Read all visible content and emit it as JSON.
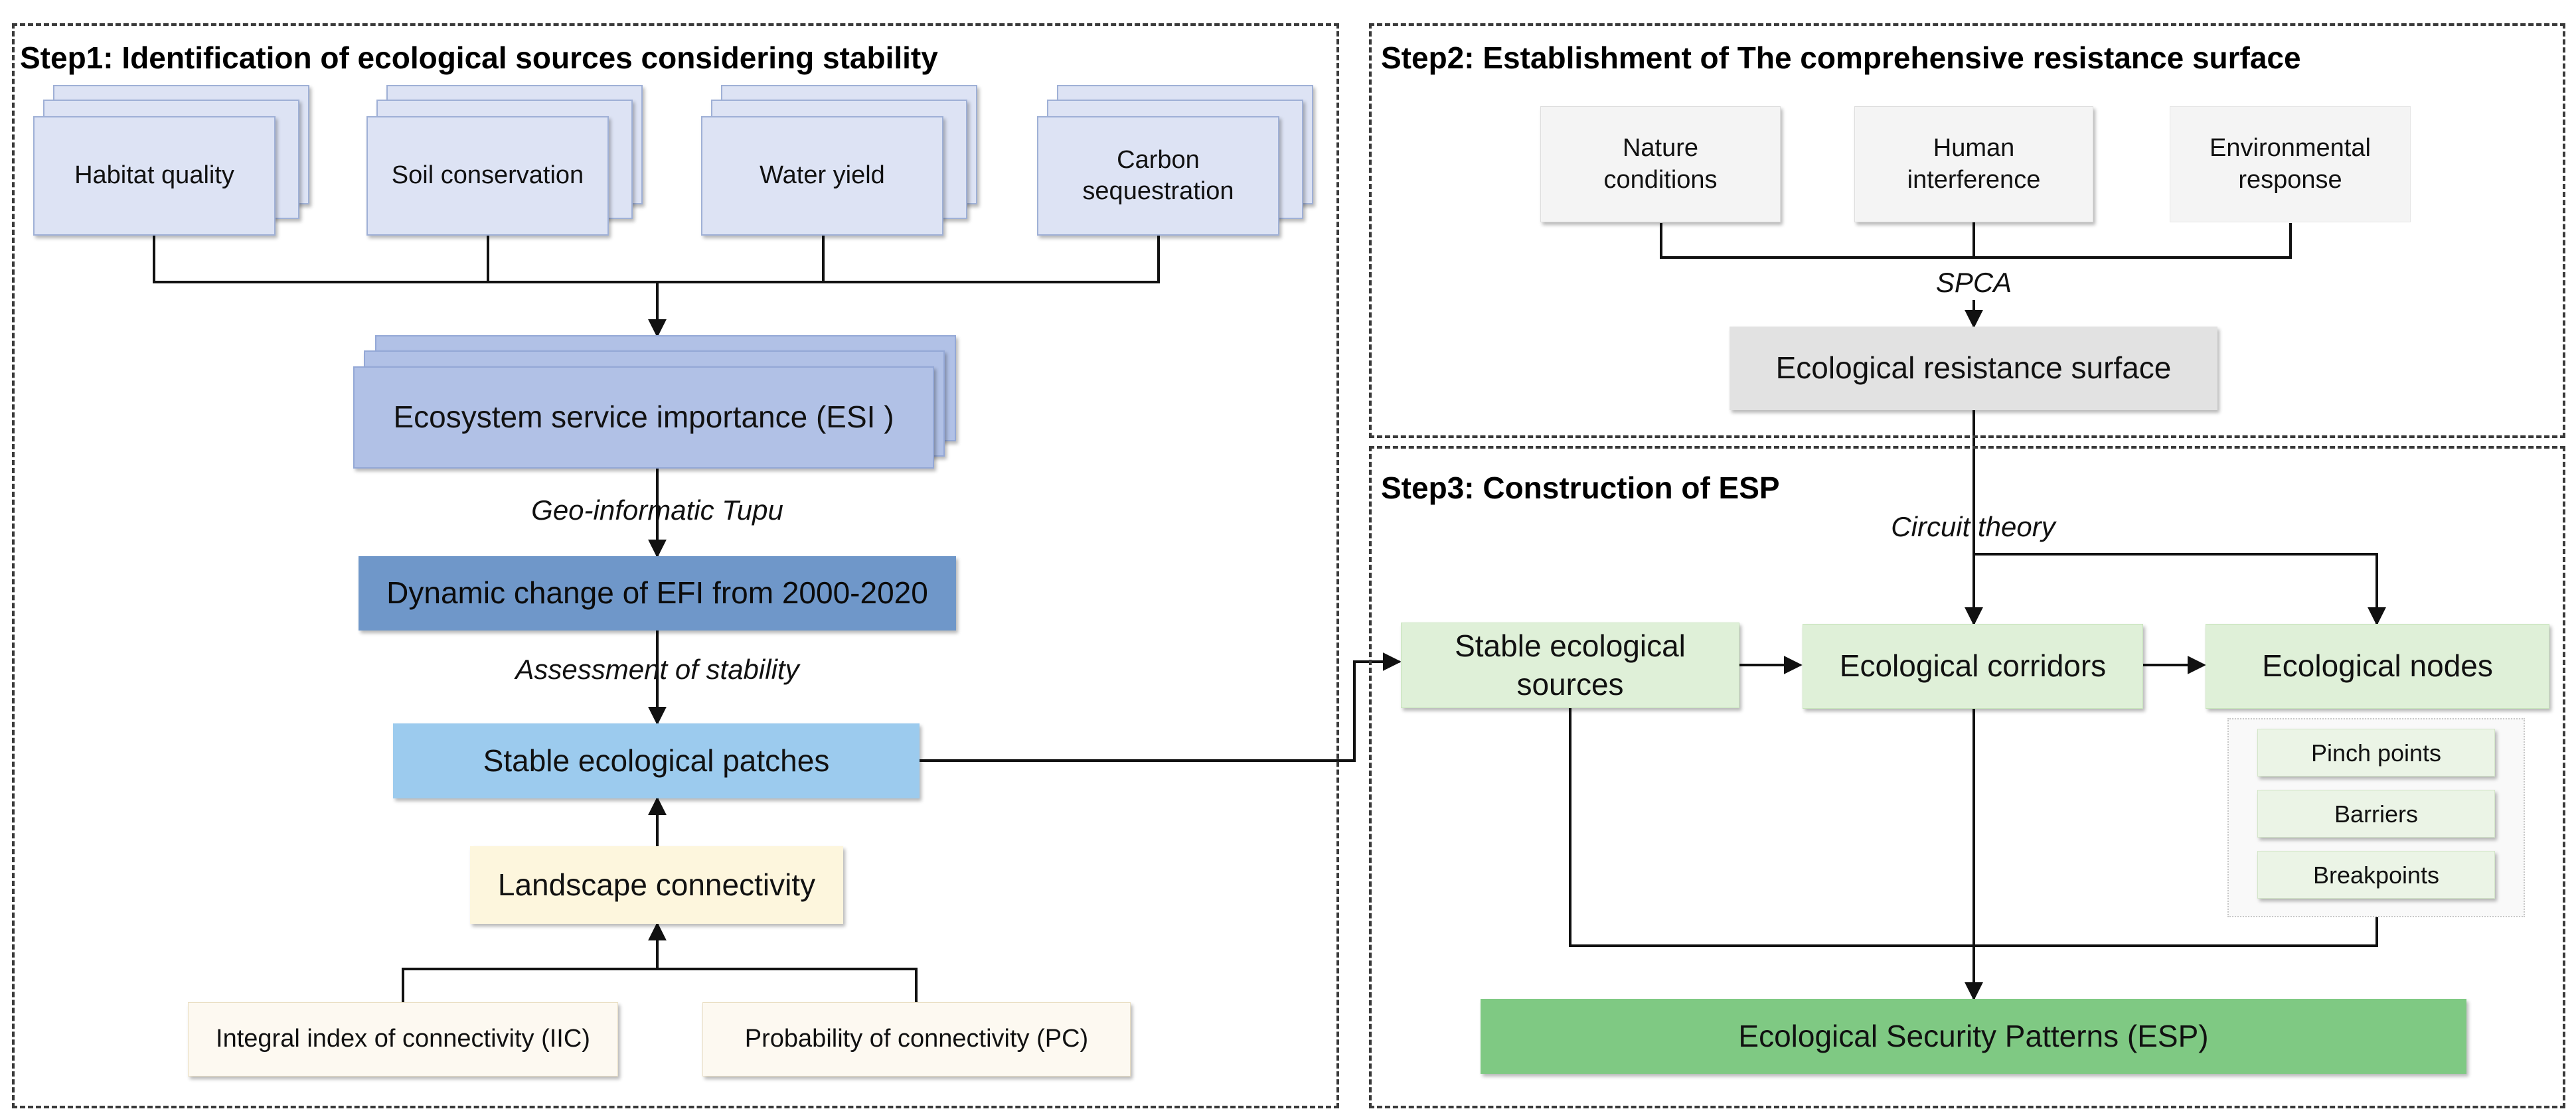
{
  "step1": {
    "title": "Step1: Identification of ecological sources considering stability",
    "inputs": {
      "habitat": "Habitat quality",
      "soil": "Soil conservation",
      "water": "Water yield",
      "carbon": "Carbon sequestration"
    },
    "esi": "Ecosystem service importance (ESI )",
    "label_tupu": "Geo-informatic Tupu",
    "dynamic": "Dynamic change of EFI from 2000-2020",
    "label_stability": "Assessment of stability",
    "patches": "Stable ecological patches",
    "connectivity": "Landscape connectivity",
    "iic": "Integral index of connectivity (IIC)",
    "pc": "Probability of connectivity (PC)"
  },
  "step2": {
    "title": "Step2: Establishment of The comprehensive resistance surface",
    "nature": "Nature conditions",
    "human": "Human interference",
    "env": "Environmental response",
    "label_spca": "SPCA",
    "resistance": "Ecological resistance surface"
  },
  "step3": {
    "title": "Step3: Construction of ESP",
    "label_circuit": "Circuit theory",
    "sources": "Stable ecological sources",
    "corridors": "Ecological corridors",
    "nodes": "Ecological nodes",
    "pinch": "Pinch points",
    "barriers": "Barriers",
    "breakpoints": "Breakpoints",
    "esp": "Ecological Security Patterns (ESP)"
  },
  "colors": {
    "input_fill": "#dde3f4",
    "esi_fill": "#b1c1e6",
    "dynamic_fill": "#6f97c9",
    "patches_fill": "#9ccbee",
    "connectivity_fill": "#fdf6dd",
    "index_fill": "#fdf9f1",
    "step2_fill": "#f4f4f4",
    "resistance_fill": "#e2e2e2",
    "step3_fill": "#dff0d8",
    "subnode_fill": "#ebf4e6",
    "esp_fill": "#7fc983"
  }
}
